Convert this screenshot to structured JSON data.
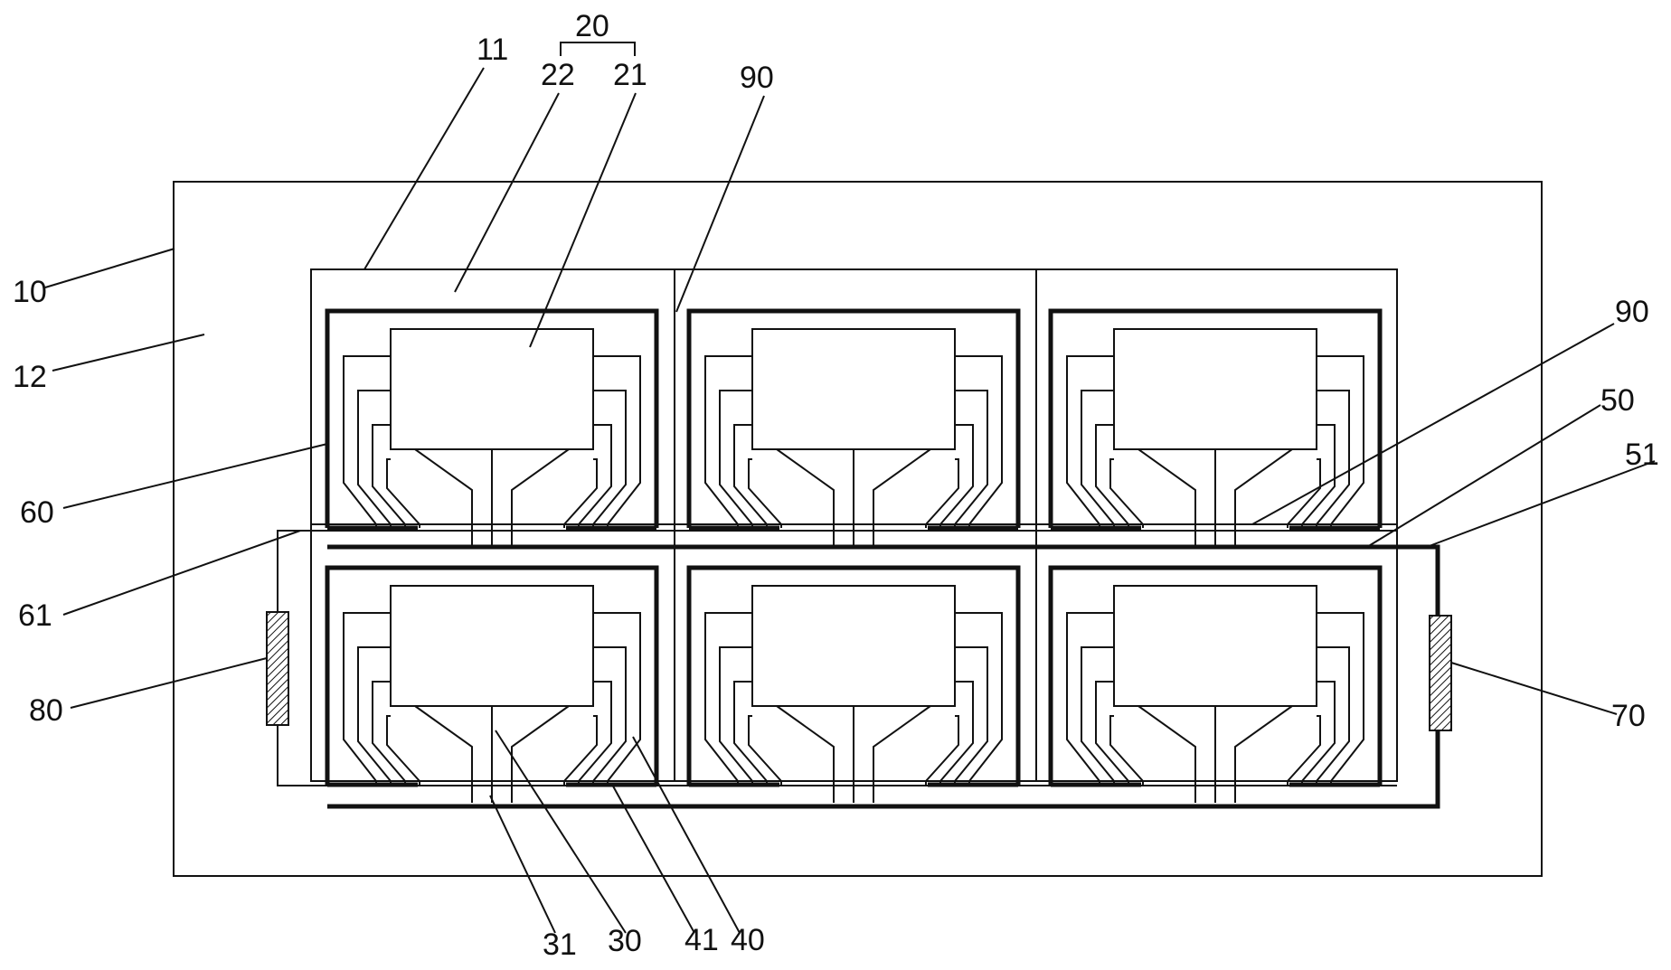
{
  "labels": {
    "l10": "10",
    "l11": "11",
    "l12": "12",
    "l20": "20",
    "l21": "21",
    "l22": "22",
    "l30": "30",
    "l31": "31",
    "l40": "40",
    "l41": "41",
    "l50": "50",
    "l51": "51",
    "l60": "60",
    "l61": "61",
    "l70": "70",
    "l80": "80",
    "l90a": "90",
    "l90b": "90"
  },
  "colors": {
    "line": "#111111",
    "background": "#ffffff"
  },
  "grid": {
    "rows": 2,
    "columns": 3
  }
}
